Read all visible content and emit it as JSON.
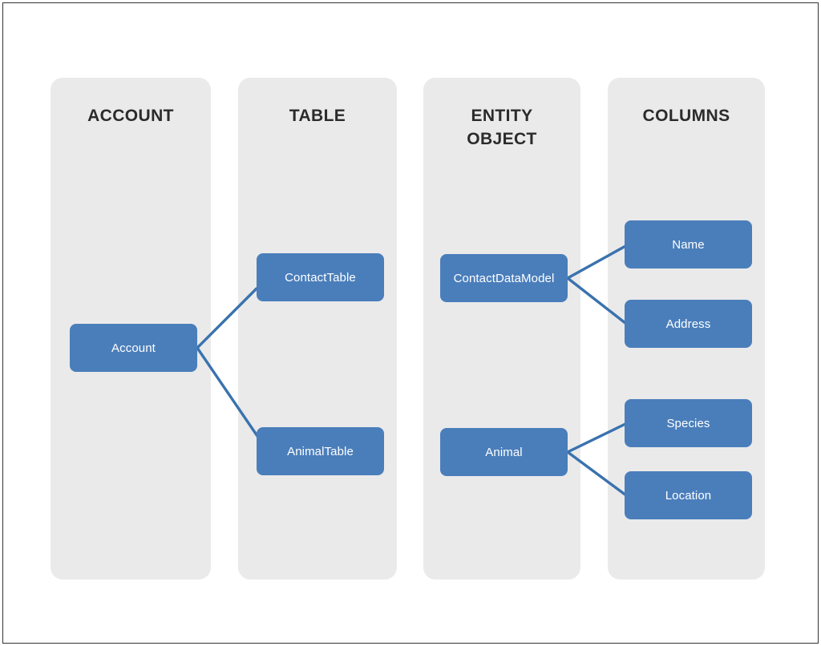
{
  "diagram": {
    "title_rows": [
      "ACCOUNT",
      "TABLE",
      "ENTITY\nOBJECT",
      "COLUMNS"
    ],
    "colors": {
      "panel_background": "#eaeaea",
      "node_fill": "#4a7ebb",
      "node_text": "#ffffff",
      "connector": "#3a72ae",
      "header_text": "#2b2b2b",
      "page_background": "#ffffff",
      "frame_border": "#333333"
    },
    "columns": [
      {
        "id": "account",
        "header": "ACCOUNT",
        "nodes": [
          {
            "id": "account-node",
            "label": "Account"
          }
        ]
      },
      {
        "id": "table",
        "header": "TABLE",
        "nodes": [
          {
            "id": "contact-table",
            "label": "ContactTable"
          },
          {
            "id": "animal-table",
            "label": "AnimalTable"
          }
        ]
      },
      {
        "id": "entity-object",
        "header": "ENTITY\nOBJECT",
        "nodes": [
          {
            "id": "contact-data-model",
            "label": "ContactDataModel"
          },
          {
            "id": "animal",
            "label": "Animal"
          }
        ]
      },
      {
        "id": "columns",
        "header": "COLUMNS",
        "nodes": [
          {
            "id": "name",
            "label": "Name"
          },
          {
            "id": "address",
            "label": "Address"
          },
          {
            "id": "species",
            "label": "Species"
          },
          {
            "id": "location",
            "label": "Location"
          }
        ]
      }
    ],
    "connections": [
      {
        "from": "Account",
        "to": "ContactTable"
      },
      {
        "from": "Account",
        "to": "AnimalTable"
      },
      {
        "from": "ContactDataModel",
        "to": "Name"
      },
      {
        "from": "ContactDataModel",
        "to": "Address"
      },
      {
        "from": "Animal",
        "to": "Species"
      },
      {
        "from": "Animal",
        "to": "Location"
      }
    ]
  }
}
